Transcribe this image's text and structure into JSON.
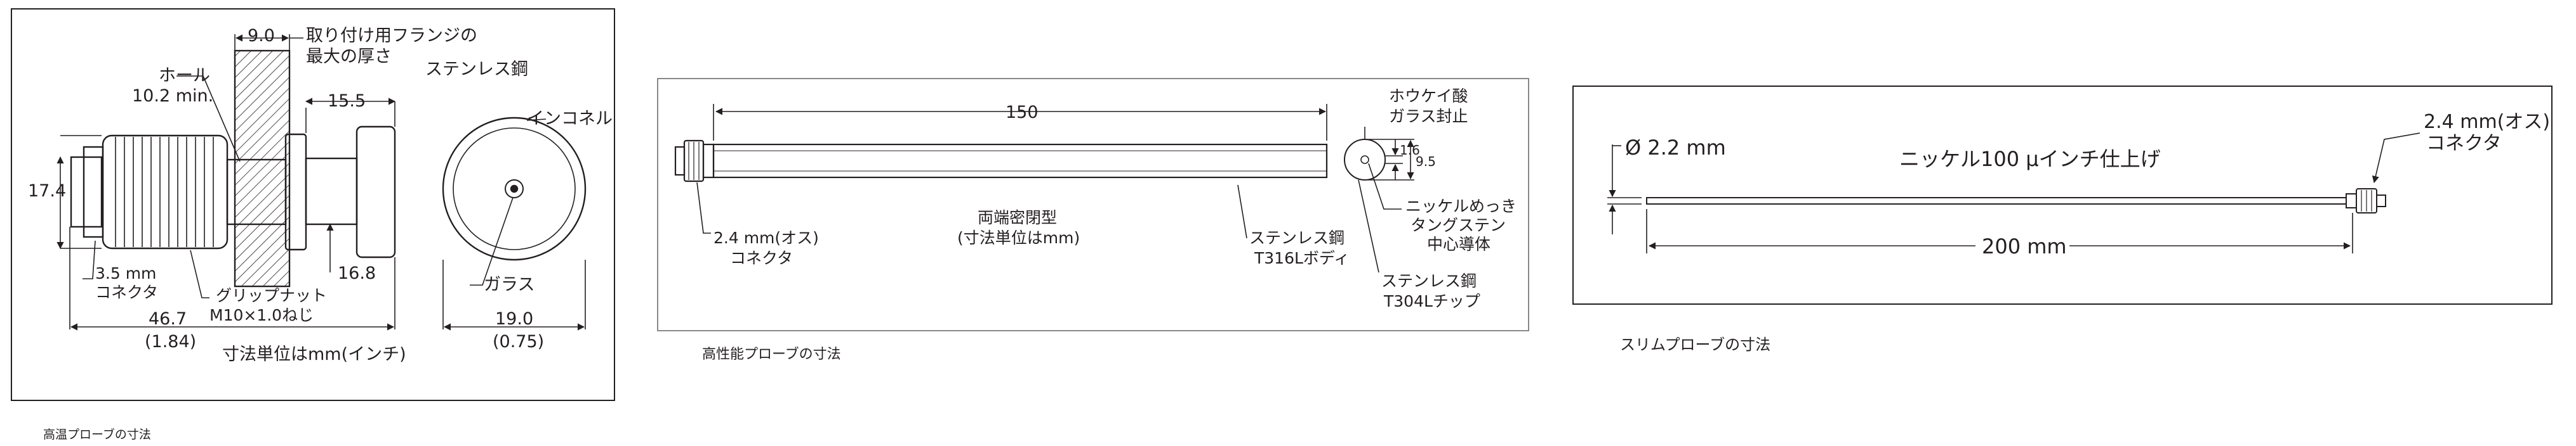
{
  "panel1": {
    "caption": "高温プローブの寸法",
    "labels": {
      "flange_dim": "9.0",
      "flange_note_1": "取り付け用フランジの",
      "flange_note_2": "最大の厚さ",
      "hole_1": "ホール",
      "hole_2": "10.2 min.",
      "len_155": "15.5",
      "stainless": "ステンレス鋼",
      "inconel": "インコネル",
      "height_174": "17.4",
      "connector_1": "3.5 mm",
      "connector_2": "コネクタ",
      "grip_1": "グリップナット",
      "grip_2": "M10×1.0ねじ",
      "len_168": "16.8",
      "glass": "ガラス",
      "total_mm": "46.7",
      "total_in": "(1.84)",
      "units": "寸法単位はmm(インチ)",
      "dia_mm": "19.0",
      "dia_in": "(0.75)"
    }
  },
  "panel2": {
    "caption": "高性能プローブの寸法",
    "labels": {
      "length": "150",
      "borosilicate_1": "ホウケイ酸",
      "borosilicate_2": "ガラス封止",
      "d16": "1.6",
      "d95": "9.5",
      "connector_1": "2.4 mm(オス)",
      "connector_2": "コネクタ",
      "sealed_1": "両端密閉型",
      "sealed_2": "(寸法単位はmm)",
      "body_1": "ステンレス鋼",
      "body_2": "T316Lボディ",
      "center_1": "ニッケルめっき",
      "center_2": "タングステン",
      "center_3": "中心導体",
      "tip_1": "ステンレス鋼",
      "tip_2": "T304Lチップ"
    }
  },
  "panel3": {
    "caption": "スリムプローブの寸法",
    "labels": {
      "diameter": "Ø 2.2 mm",
      "plating": "ニッケル100 μインチ仕上げ",
      "connector_1": "2.4 mm(オス)",
      "connector_2": "コネクタ",
      "length": "200 mm"
    }
  }
}
